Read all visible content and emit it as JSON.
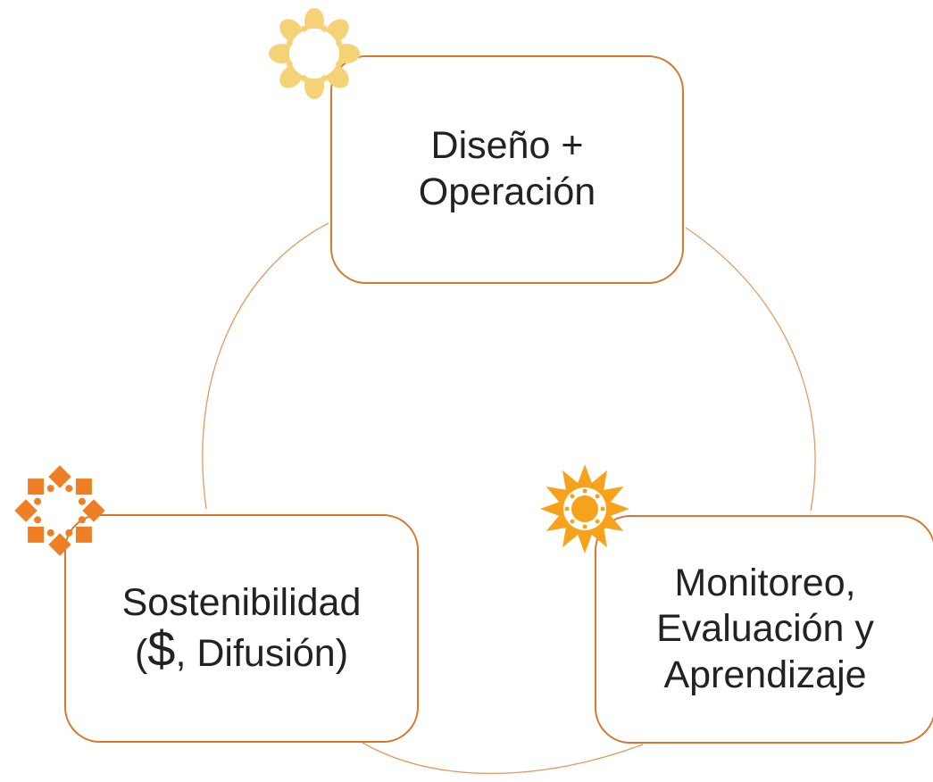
{
  "diagram": {
    "nodes": [
      {
        "id": "top",
        "lines": [
          "Diseño +",
          "Operación"
        ]
      },
      {
        "id": "left",
        "lines": [
          "Sostenibilidad",
          {
            "prefix": "(",
            "emphasis": "$",
            "suffix": ", Difusión)"
          }
        ]
      },
      {
        "id": "right",
        "lines": [
          "Monitoreo,",
          "Evaluación y",
          "Aprendizaje"
        ]
      }
    ],
    "icons": [
      "flower-icon",
      "gear-star-icon",
      "sun-icon"
    ],
    "colors": {
      "box_border": "#d9772e",
      "cycle_line": "#e49a62",
      "flower": "#f6d277",
      "gear": "#ef7f24",
      "sun": "#f7a21b",
      "text": "#222222"
    }
  }
}
